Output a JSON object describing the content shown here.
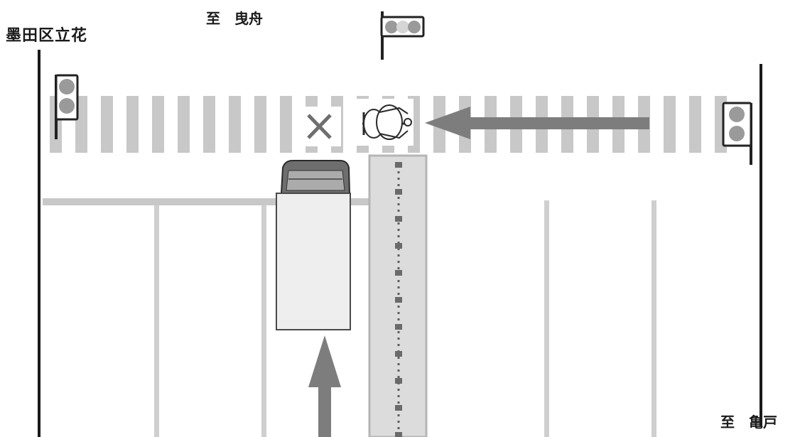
{
  "labels": {
    "area_name": "墨田区立花",
    "direction_north": "至　曳舟",
    "direction_east": "至　亀戸"
  },
  "icons": {
    "collision_point": "x-mark-icon",
    "pedestrian": "bicycle-rider-icon",
    "vehicle": "truck-icon",
    "signals": "traffic-light-icon",
    "motion_arrows": "arrow-icon"
  },
  "colors": {
    "crosswalk": "#c8c8c8",
    "road_line": "#c6c6c6",
    "median": "#dcdcdc",
    "arrow": "#7d7d7d",
    "signal_lamp": "#9a9a9a",
    "truck_body": "#eeeeee"
  }
}
